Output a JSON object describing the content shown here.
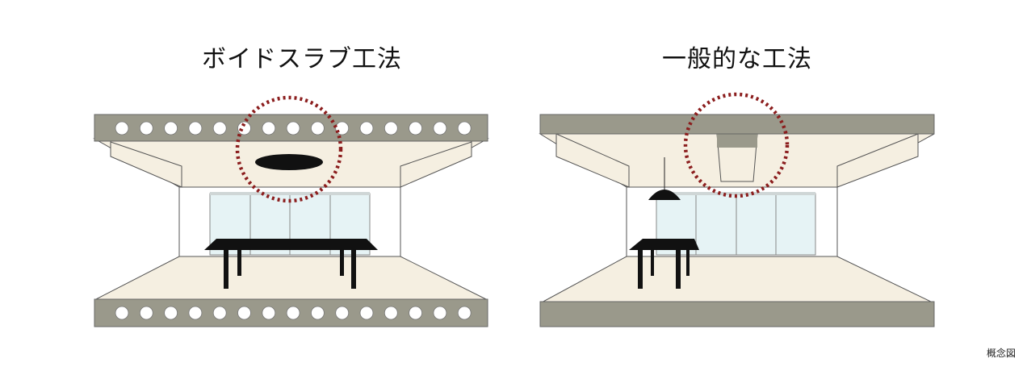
{
  "left_panel": {
    "title": "ボイドスラブ工法"
  },
  "right_panel": {
    "title": "一般的な工法"
  },
  "caption": "概念図",
  "colors": {
    "concrete": "#9a998b",
    "interior_floor": "#f5efe1",
    "window_glass": "#e6f3f5",
    "highlight_circle": "#8b1d1d",
    "furniture": "#111111"
  }
}
